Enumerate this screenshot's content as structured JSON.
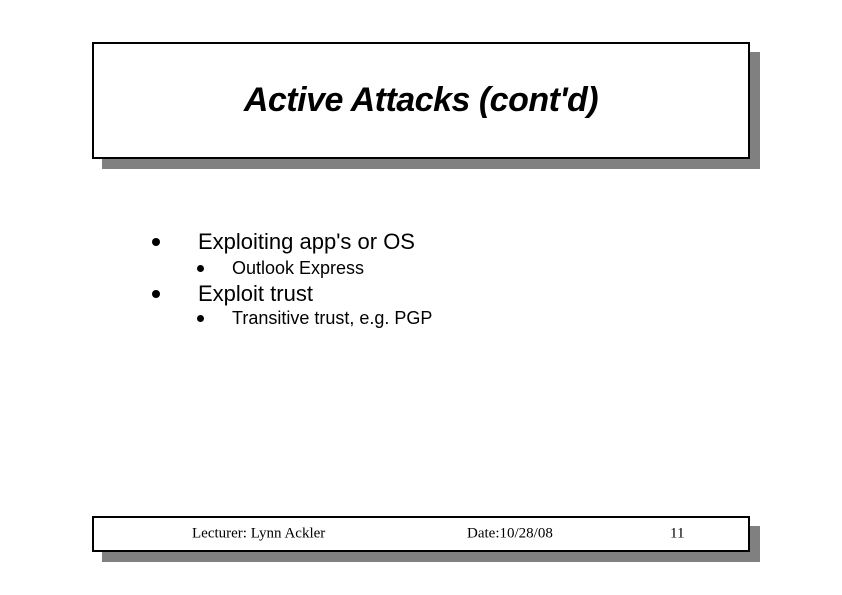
{
  "slide": {
    "title": "Active Attacks (cont'd)",
    "bullets": [
      {
        "level": 1,
        "text": "Exploiting app's or OS"
      },
      {
        "level": 2,
        "text": "Outlook Express"
      },
      {
        "level": 1,
        "text": "Exploit trust"
      },
      {
        "level": 2,
        "text": "Transitive trust, e.g. PGP"
      }
    ],
    "footer": {
      "lecturer": "Lecturer: Lynn Ackler",
      "date": "Date:10/28/08",
      "page_number": "11"
    },
    "colors": {
      "background": "#ffffff",
      "text": "#000000",
      "box_border": "#000000",
      "box_shadow": "#808080"
    }
  }
}
